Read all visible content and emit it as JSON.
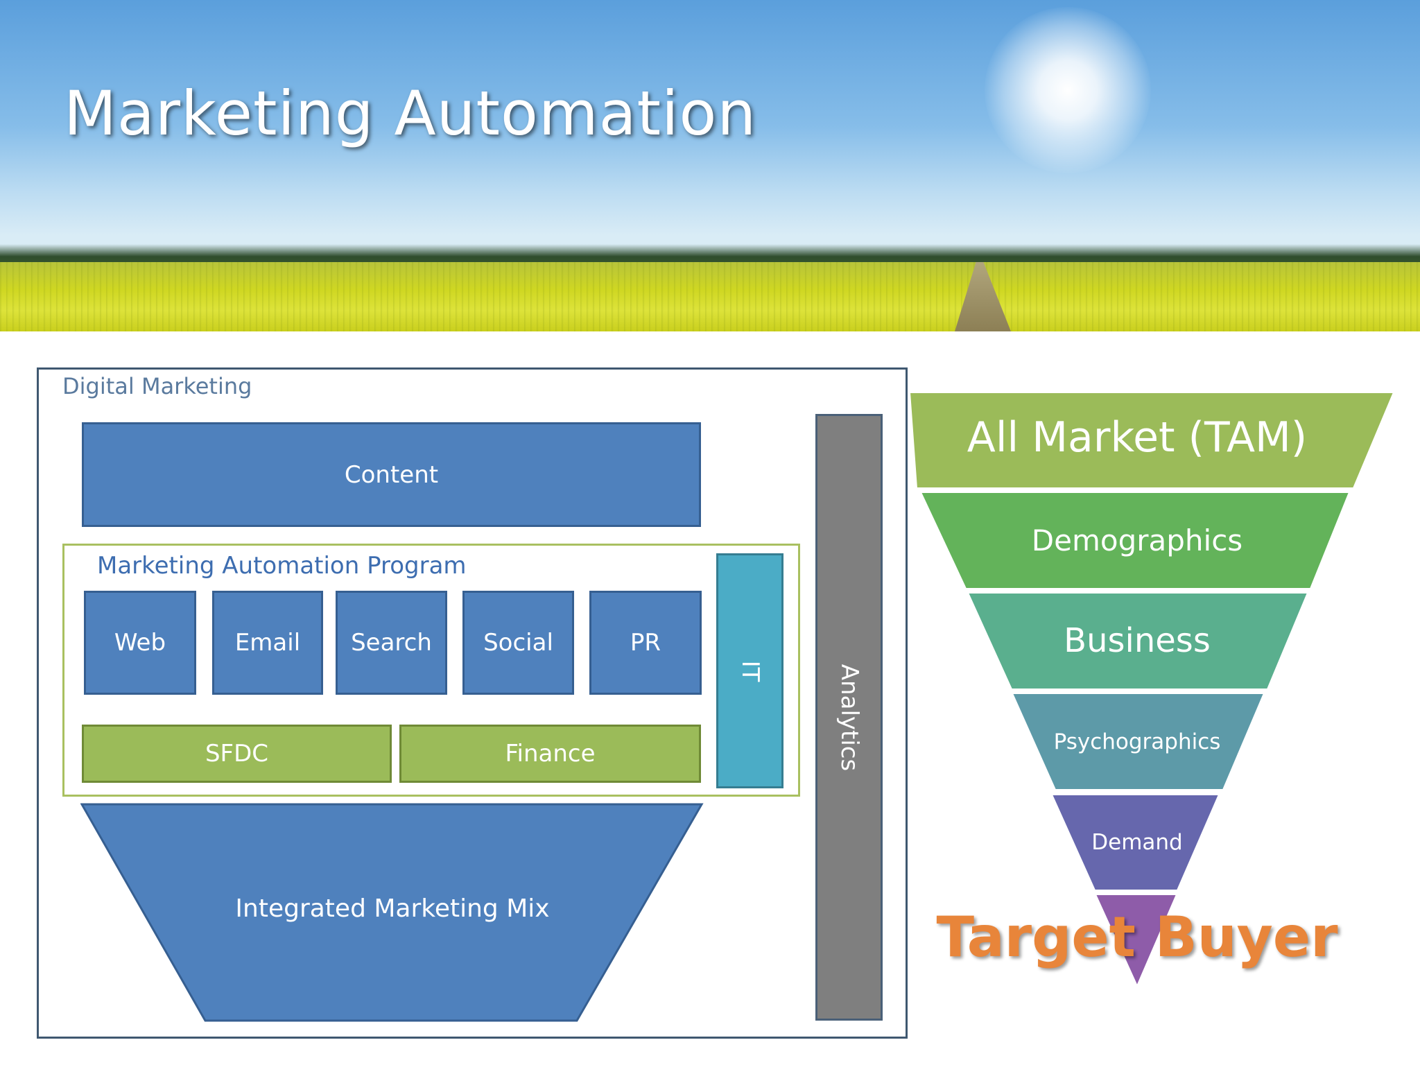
{
  "slide": {
    "title": "Marketing Automation"
  },
  "digital_marketing": {
    "label": "Digital Marketing",
    "content": "Content",
    "program": {
      "label": "Marketing Automation Program",
      "channels": [
        "Web",
        "Email",
        "Search",
        "Social",
        "PR"
      ],
      "sfdc": "SFDC",
      "finance": "Finance",
      "it": "IT"
    },
    "analytics": "Analytics",
    "integrated_mix": "Integrated Marketing Mix"
  },
  "funnel": {
    "tiers": [
      {
        "label": "All Market (TAM)",
        "color": "#9bbb59"
      },
      {
        "label": "Demographics",
        "color": "#63b35a"
      },
      {
        "label": "Business",
        "color": "#5aaf8e"
      },
      {
        "label": "Psychographics",
        "color": "#5d9aa8"
      },
      {
        "label": "Demand",
        "color": "#6667ad"
      },
      {
        "label": "",
        "color": "#8e5ca9"
      }
    ],
    "target_label": "Target Buyer"
  },
  "colors": {
    "blue_box": "#4f81bd",
    "green_box": "#9bbb59",
    "it_box": "#4bacc6",
    "analytics_box": "#7f7f7f",
    "target_text": "#e8853a"
  }
}
